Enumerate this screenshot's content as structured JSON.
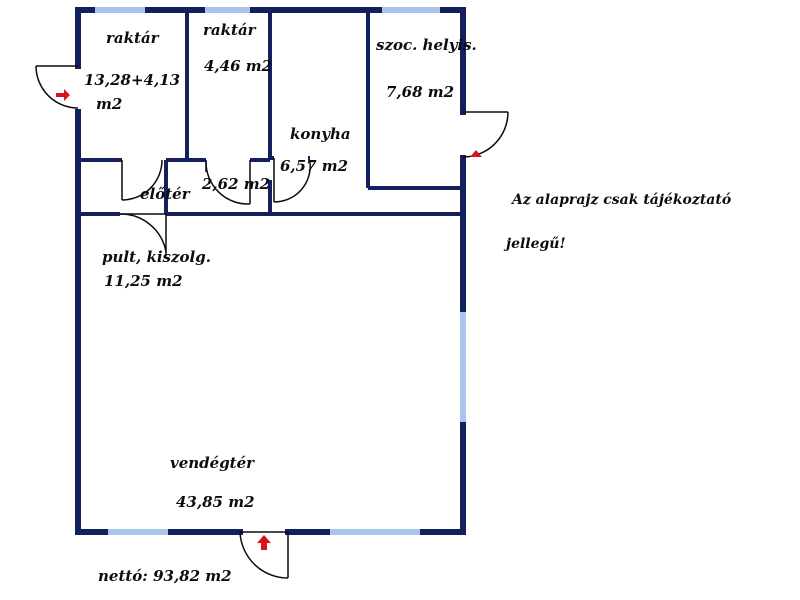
{
  "rooms": {
    "storage_left": {
      "name": "raktár",
      "area_line1": "13,28+4,13",
      "area_line2": "m2"
    },
    "storage_mid": {
      "name": "raktár",
      "area": "4,46 m2"
    },
    "social": {
      "name": "szoc. helyis.",
      "area": "7,68 m2"
    },
    "kitchen": {
      "name": "konyha",
      "area": "6,57 m2"
    },
    "entry": {
      "name": "előtér",
      "area": "2,62 m2"
    },
    "bar": {
      "name": "pult, kiszolg.",
      "area": "11,25 m2"
    },
    "guest": {
      "name": "vendégtér",
      "area": "43,85 m2"
    }
  },
  "note": {
    "line1": "Az alaprajz csak tájékoztató",
    "line2": "jellegű!"
  },
  "total": {
    "label": "nettó: 93,82 m2"
  },
  "colors": {
    "wall": "#14205e",
    "window": "#a8c6ea",
    "arrow": "#d8141c",
    "text": "#0b0b10"
  },
  "icons": {
    "entry_arrow": "red-arrow-icon"
  }
}
